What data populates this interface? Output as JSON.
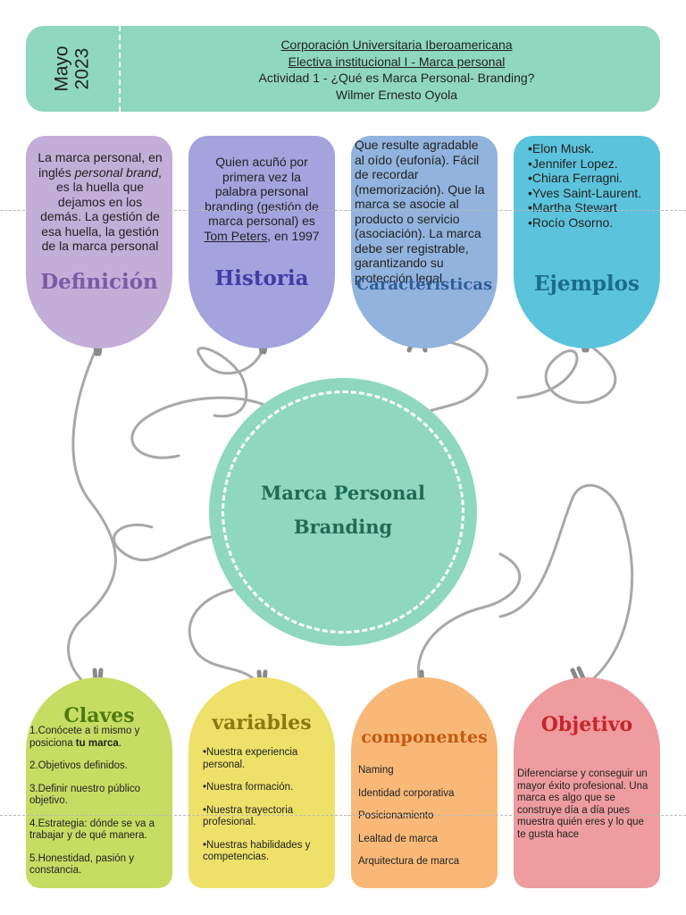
{
  "header": {
    "date_month": "Mayo",
    "date_year": "2023",
    "line1": "Corporación Universitaria Iberoamericana",
    "line2": "Electiva institucional I - Marca personal",
    "line3": "Actividad 1 - ¿Qué es Marca Personal- Branding?",
    "line4": "Wilmer Ernesto Oyola"
  },
  "center": {
    "line1": "Marca Personal",
    "line2": "Branding"
  },
  "definicion": {
    "title": "Definición",
    "text_a": "La marca personal, en inglés ",
    "text_em": "personal brand",
    "text_b": ", es la huella que dejamos en los demás. La gestión de esa huella, la gestión de la marca personal"
  },
  "historia": {
    "title": "Historia",
    "text_a": "Quien acuñó por primera vez la palabra personal branding (gestión de marca personal) es ",
    "link": "Tom Peters",
    "text_b": ", en 1997"
  },
  "caracteristicas": {
    "title": "Características",
    "text": "Que resulte agradable al oído (eufonía). Fácil de recordar (memorización). Que la marca se asocie al producto o servicio (asociación). La marca debe ser registrable, garantizando su protección legal."
  },
  "ejemplos": {
    "title": "Ejemplos",
    "items": [
      "•Elon Musk.",
      "•Jennifer Lopez.",
      "•Chiara Ferragni.",
      "•Yves Saint-Laurent.",
      "•Martha Stewart",
      "•Rocío Osorno."
    ]
  },
  "claves": {
    "title": "Claves",
    "item1_a": "1.Conócete a ti mismo y posiciona ",
    "item1_b": "tu marca",
    "item1_c": ".",
    "item2": "2.Objetivos definidos.",
    "item3": "3.Definir nuestro público objetivo.",
    "item4": "4.Estrategia: dónde se va a trabajar y de qué manera.",
    "item5": "5.Honestidad, pasión y constancia."
  },
  "variables": {
    "title": "variables",
    "items": [
      "•Nuestra experiencia personal.",
      "•Nuestra formación.",
      "•Nuestra trayectoria profesional.",
      "•Nuestras habilidades y competencias."
    ]
  },
  "componentes": {
    "title": "componentes",
    "items": [
      "Naming",
      "Identidad corporativa",
      "Posicionamiento",
      "Lealtad de marca",
      "Arquitectura de marca"
    ]
  },
  "objetivo": {
    "title": "Objetivo",
    "text": "Diferenciarse y conseguir un mayor éxito profesional. Una marca es algo que se construye día a día pues muestra quién eres y lo que te gusta hace"
  },
  "colors": {
    "mint": "#8fd8bf",
    "definicion": "#c2aed7",
    "historia": "#a3a3de",
    "caracteristicas": "#91b3dd",
    "ejemplos": "#5cc3dc",
    "claves": "#c7dc63",
    "variables": "#ede16a",
    "componentes": "#f8b978",
    "objetivo": "#ee9c9f",
    "string": "#a8a8a8"
  }
}
